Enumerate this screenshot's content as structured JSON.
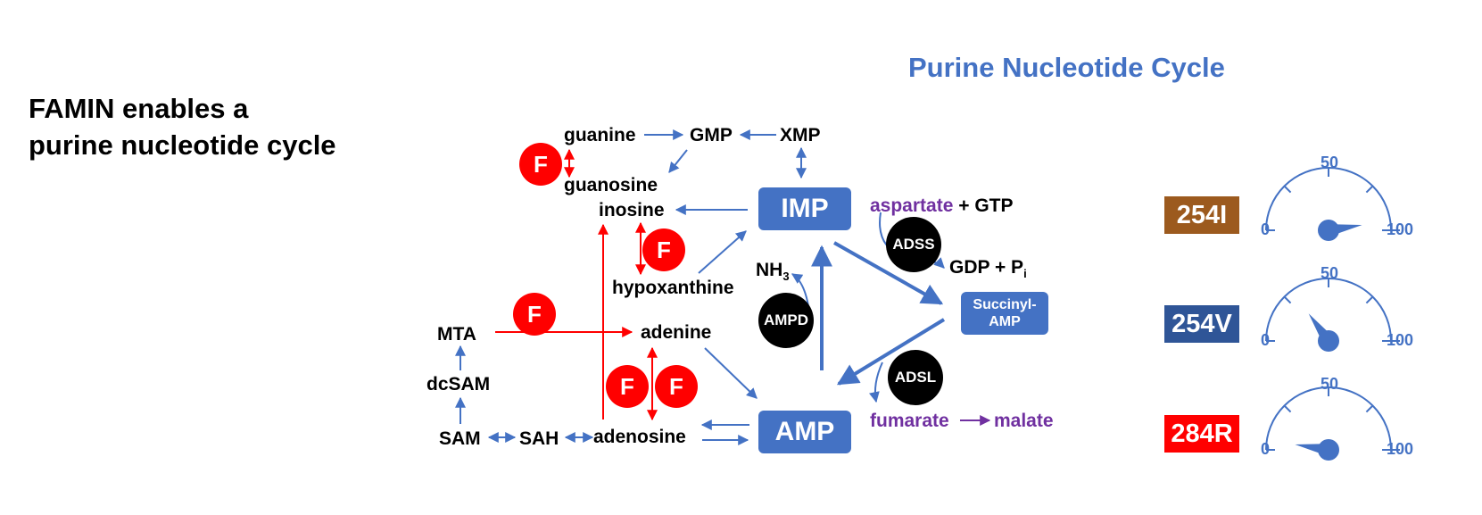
{
  "headline": {
    "line1": "FAMIN enables a",
    "line2": "purine nucleotide cycle"
  },
  "cycle_title": "Purine Nucleotide Cycle",
  "metabolites": {
    "guanine": "guanine",
    "gmp": "GMP",
    "xmp": "XMP",
    "guanosine": "guanosine",
    "inosine": "inosine",
    "hypoxanthine": "hypoxanthine",
    "mta": "MTA",
    "adenine": "adenine",
    "dcsam": "dcSAM",
    "sam": "SAM",
    "sah": "SAH",
    "adenosine": "adenosine",
    "nh3": "NH",
    "nh3_sub": "3",
    "aspartate": "aspartate",
    "plus_gtp": "+ GTP",
    "gdp": "GDP + P",
    "gdp_sub": "i",
    "fumarate": "fumarate",
    "malate": "malate"
  },
  "boxes": {
    "imp": "IMP",
    "amp": "AMP",
    "succinyl_line1": "Succinyl-",
    "succinyl_line2": "AMP"
  },
  "enzymes": {
    "adss": "ADSS",
    "ampd": "AMPD",
    "adsl": "ADSL"
  },
  "famin_mark": "F",
  "variants": [
    {
      "label": "254I",
      "color": "#9C5A1E",
      "gauge_value": 95
    },
    {
      "label": "254V",
      "color": "#2F5597",
      "gauge_value": 30
    },
    {
      "label": "284R",
      "color": "#FF0000",
      "gauge_value": 5
    }
  ],
  "gauge_labels": {
    "min": "0",
    "mid": "50",
    "max": "100"
  },
  "colors": {
    "blue": "#4472C4",
    "red": "#FF0000",
    "purple": "#7030A0"
  }
}
